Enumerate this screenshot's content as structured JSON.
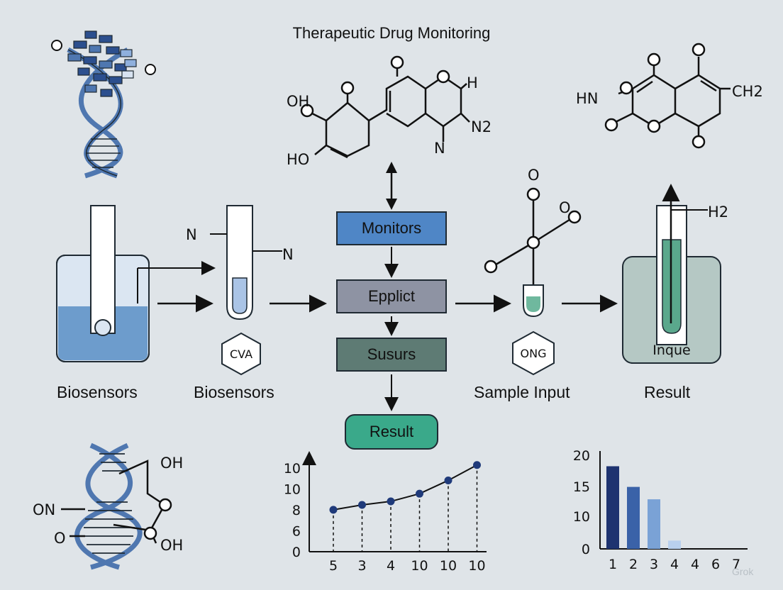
{
  "title": "Therapeutic Drug Monitoring",
  "flow": {
    "monitors": "Monitors",
    "epplict": "Epplict",
    "susurs": "Susurs",
    "result": "Result"
  },
  "stages": {
    "biosensors_1": "Biosensors",
    "biosensors_2": "Biosensors",
    "sample_input": "Sample Input",
    "result": "Result"
  },
  "hex_labels": {
    "left": "CVA",
    "right": "ONG"
  },
  "tube_label": "Inque",
  "chem": {
    "top_center": {
      "oh": "OH",
      "ho": "HO",
      "h": "H",
      "n2": "N2",
      "n": "N"
    },
    "top_right": {
      "hn": "HN",
      "ch2": "CH2"
    },
    "mid_left": {
      "n1": "N",
      "n2": "N"
    },
    "mid_right": {
      "o_top": "O",
      "o_right": "O"
    },
    "tube_h2": "H2",
    "bottom_left": {
      "oh_top": "OH",
      "on": "ON",
      "o": "O",
      "oh_bottom": "OH"
    }
  },
  "colors": {
    "background": "#dfe4e8",
    "monitors": "#4f86c6",
    "epplict": "#8e93a3",
    "susurs": "#5e7b74",
    "result": "#3aa98a",
    "dna": "#4f77b0"
  },
  "watermark": "Grok",
  "chart_data": [
    {
      "type": "line",
      "x": [
        "5",
        "3",
        "4",
        "10",
        "10",
        "10"
      ],
      "y": [
        6,
        6.7,
        7.2,
        8.3,
        10.2,
        12.4
      ],
      "ytick_labels": [
        "0",
        "6",
        "8",
        "10",
        "10"
      ],
      "ylim": [
        0,
        14
      ],
      "color": "#1f3a7a"
    },
    {
      "type": "bar",
      "categories": [
        "1",
        "2",
        "3",
        "4",
        "4",
        "6",
        "7"
      ],
      "values": [
        20,
        15,
        12,
        2,
        0,
        0,
        0
      ],
      "ytick_labels": [
        "0",
        "10",
        "15",
        "20"
      ],
      "ylim": [
        0,
        23
      ],
      "colors": [
        "#1e3370",
        "#3a62a8",
        "#7aa2d6",
        "#b9d0ee",
        "#ffffff",
        "#ffffff",
        "#ffffff"
      ]
    }
  ]
}
